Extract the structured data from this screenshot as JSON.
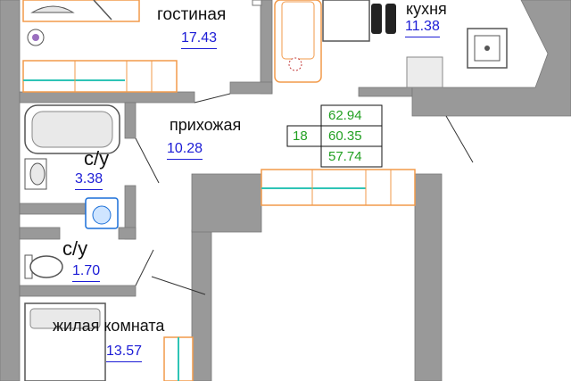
{
  "rooms": [
    {
      "name": "гостиная",
      "area": "17.43"
    },
    {
      "name": "кухня",
      "area": "11.38"
    },
    {
      "name": "прихожая",
      "area": "10.28"
    },
    {
      "name": "с/у",
      "area": "3.38"
    },
    {
      "name": "с/у",
      "area": "1.70"
    },
    {
      "name": "жилая комната",
      "area": "13.57"
    }
  ],
  "summary": {
    "number": "18",
    "values": [
      "62.94",
      "60.35",
      "57.74"
    ]
  },
  "colors": {
    "wall": "#999999",
    "furniture_outline": "#f29a4a",
    "accent_line": "#2ec4b6",
    "label_text": "#111111",
    "area_text": "#1c1cd6",
    "table_text": "#22a022"
  }
}
